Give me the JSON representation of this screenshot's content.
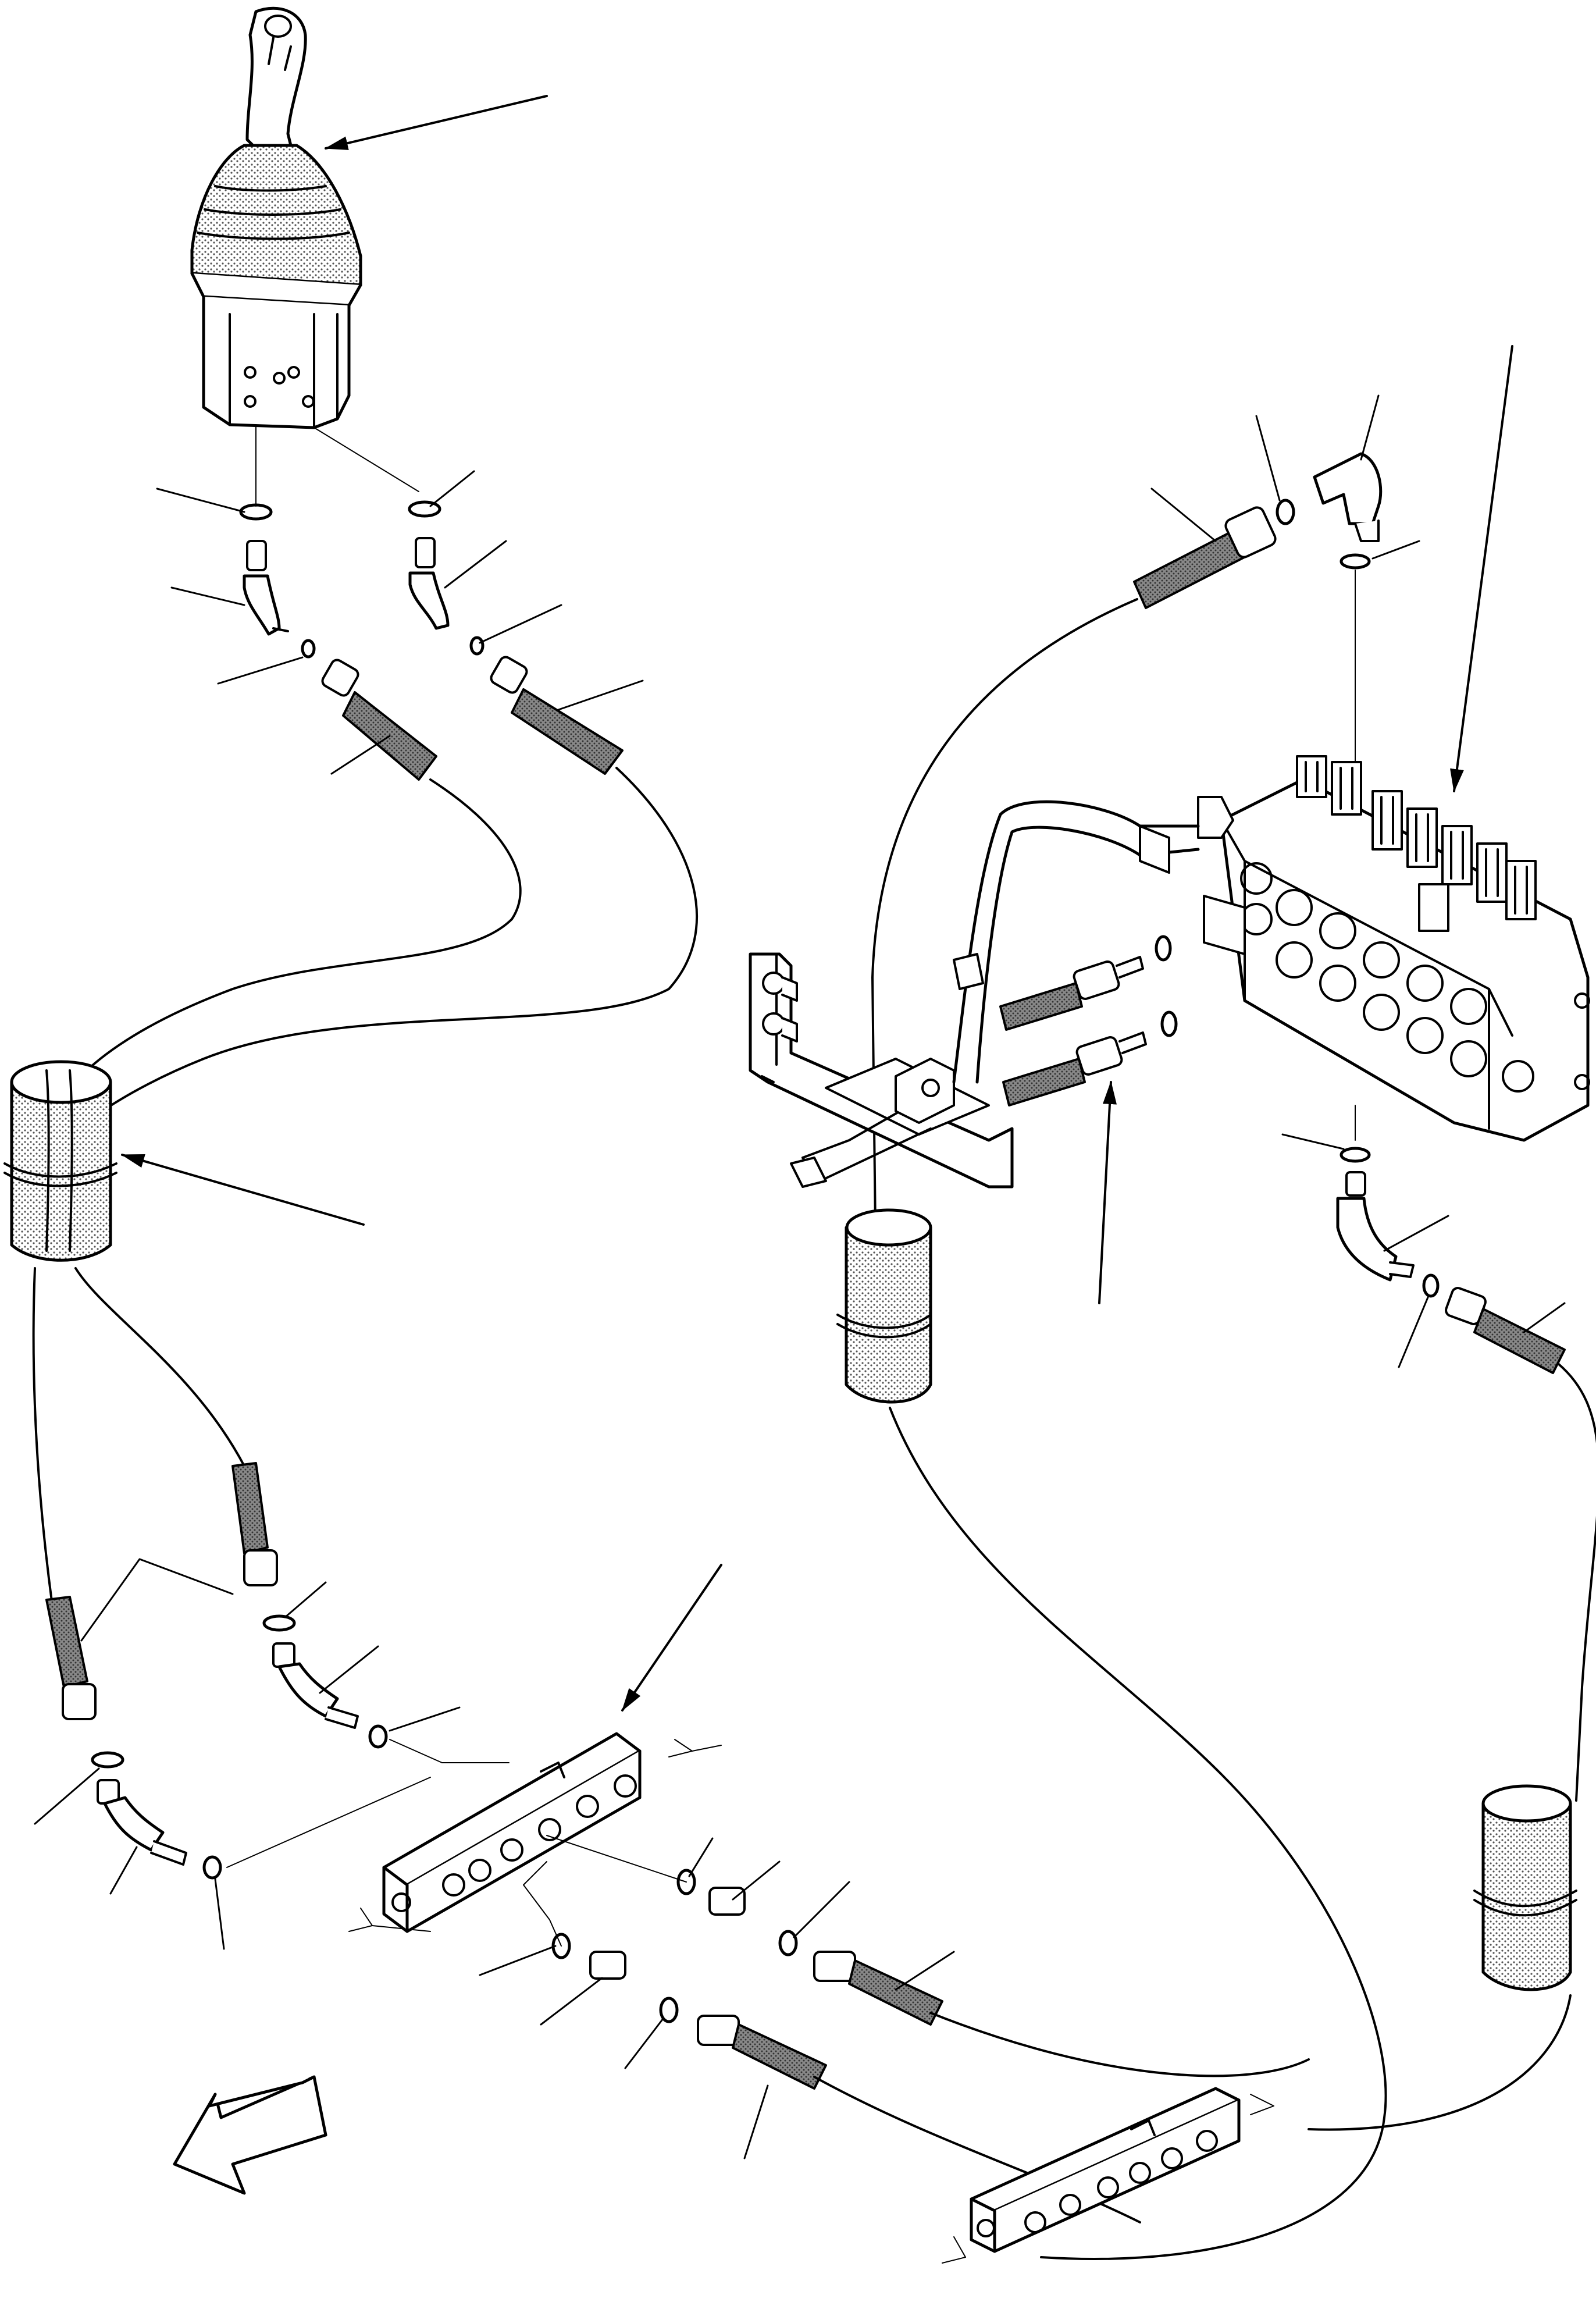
{
  "title": "",
  "colors": {
    "line": "#000000",
    "background": "#ffffff",
    "hose_shade": "#6a6a6a",
    "boot_shade": "#cfcfcf"
  },
  "components": [
    {
      "id": "joystick",
      "icon": "joystick-control-lever-icon"
    },
    {
      "id": "control-valve",
      "icon": "multi-section-control-valve-icon"
    },
    {
      "id": "hose-guard-left",
      "icon": "hose-protector-sleeve-icon"
    },
    {
      "id": "hose-guard-right-upper",
      "icon": "hose-protector-sleeve-icon"
    },
    {
      "id": "hose-guard-right-lower",
      "icon": "hose-protector-sleeve-icon"
    },
    {
      "id": "manifold-block-center",
      "icon": "manifold-block-icon"
    },
    {
      "id": "manifold-block-bottom",
      "icon": "manifold-block-icon"
    },
    {
      "id": "front-direction",
      "icon": "direction-arrow-icon"
    }
  ]
}
